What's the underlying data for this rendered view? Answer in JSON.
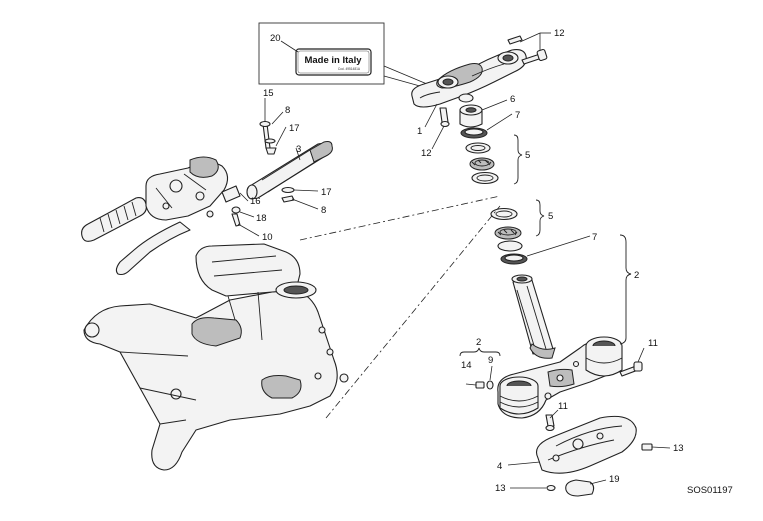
{
  "labels": {
    "p1": "1",
    "p2_top": "2",
    "p2_left": "2",
    "p3": "3",
    "p4": "4",
    "p5_top": "5",
    "p5_mid": "5",
    "p6": "6",
    "p7_top": "7",
    "p7_mid": "7",
    "p8_top": "8",
    "p8_bot": "8",
    "p9": "9",
    "p10": "10",
    "p11_right": "11",
    "p11_mid": "11",
    "p12_top": "12",
    "p12_bot": "12",
    "p13_right": "13",
    "p13_bot": "13",
    "p14": "14",
    "p15": "15",
    "p16": "16",
    "p17_top": "17",
    "p17_bot": "17",
    "p18": "18",
    "p19": "19",
    "p20": "20"
  },
  "made_in_italy_label": {
    "text": "Made in Italy",
    "subtext": "Cod. 4951481A"
  },
  "drawing_code": "SOS01197"
}
